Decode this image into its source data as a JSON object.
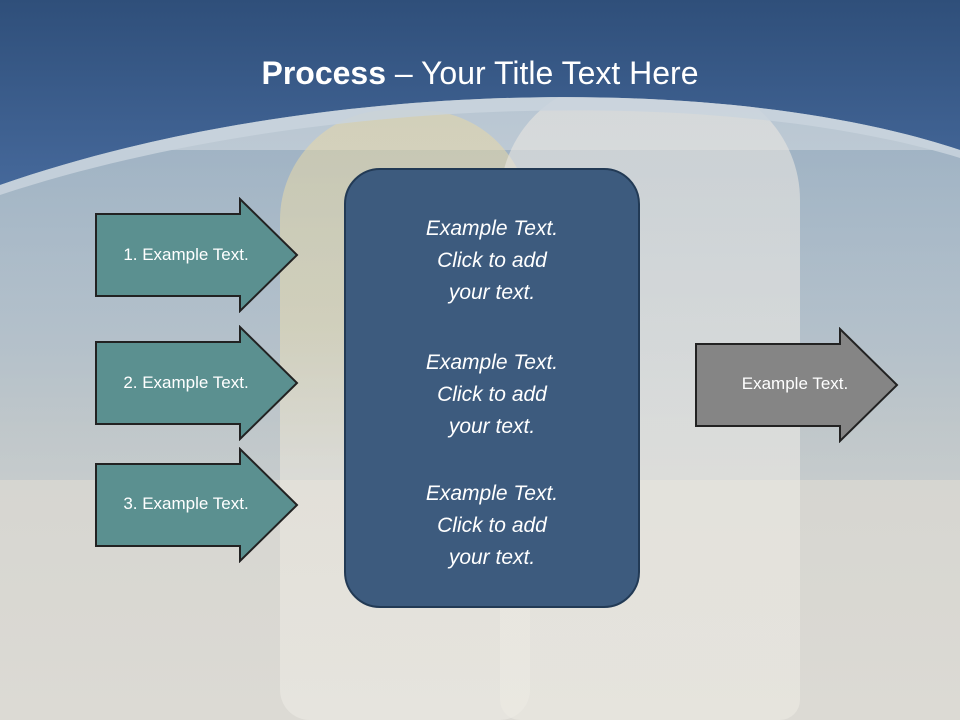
{
  "title": {
    "bold": "Process",
    "rest": " – Your Title Text Here"
  },
  "left_arrows": [
    {
      "label": "1. Example Text."
    },
    {
      "label": "2. Example Text."
    },
    {
      "label": "3. Example Text."
    }
  ],
  "center_items": [
    {
      "line1": "Example Text.",
      "line2": "Click  to add",
      "line3": "your text."
    },
    {
      "line1": "Example Text.",
      "line2": "Click  to add",
      "line3": "your text."
    },
    {
      "line1": "Example Text.",
      "line2": "Click  to add",
      "line3": "your text."
    }
  ],
  "right_arrow": {
    "label": "Example Text."
  },
  "colors": {
    "header": "#3d5f8d",
    "left_arrow": "#5b9090",
    "center_box": "#3d5b7e",
    "right_arrow": "#858585"
  }
}
